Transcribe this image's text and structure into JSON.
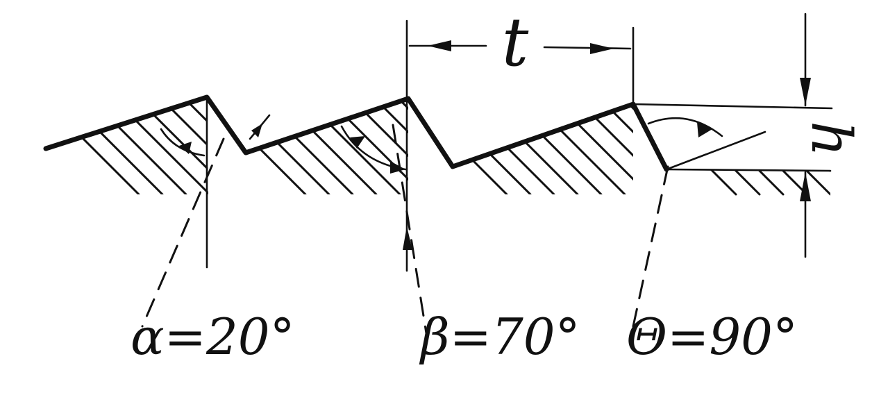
{
  "labels": {
    "alpha": "α=20°",
    "beta": "β=70°",
    "theta": "Θ=90°",
    "pitch": "t",
    "height": "h"
  }
}
